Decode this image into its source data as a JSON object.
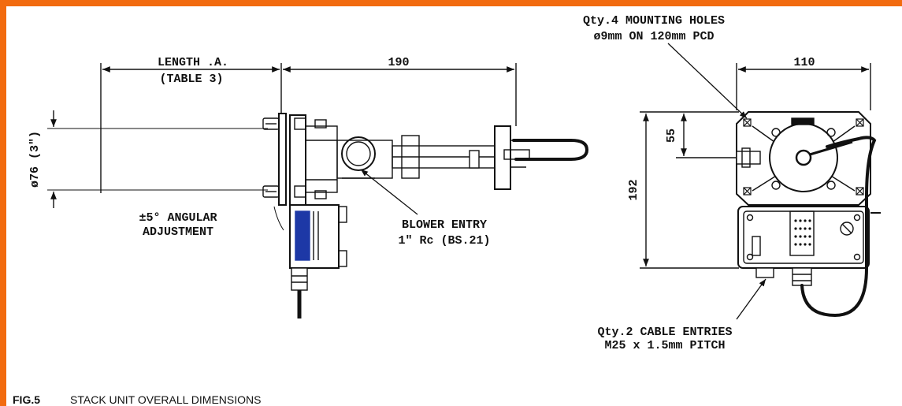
{
  "accent_color": "#f26b0f",
  "labels": {
    "length_line1": "LENGTH .A.",
    "length_line2": "(TABLE 3)",
    "dim_190": "190",
    "diameter": "ø76 (3\")",
    "angular_line1": "±5° ANGULAR",
    "angular_line2": "ADJUSTMENT",
    "blower_line1": "BLOWER ENTRY",
    "blower_line2": "1\" Rc (BS.21)",
    "mounting_line1": "Qty.4 MOUNTING HOLES",
    "mounting_line2": "ø9mm ON 120mm PCD",
    "dim_110": "110",
    "dim_55": "55",
    "dim_192": "192",
    "cable_line1": "Qty.2 CABLE ENTRIES",
    "cable_line2": "M25 x 1.5mm PITCH"
  },
  "caption": {
    "number": "FIG.5",
    "title": "STACK UNIT OVERALL DIMENSIONS"
  }
}
